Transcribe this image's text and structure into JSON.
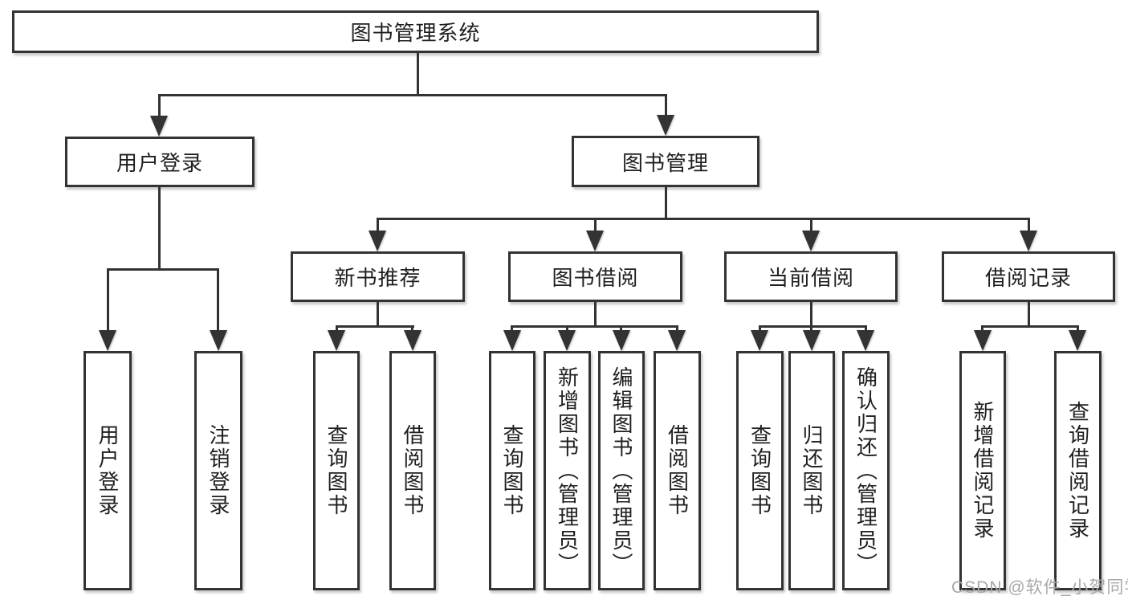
{
  "colors": {
    "line": "#333333",
    "text": "#1f1f1f",
    "background": "#ffffff",
    "watermark": "#a8a8a8"
  },
  "watermark": {
    "text": "CSDN @软件_小贺同学"
  },
  "tree": {
    "label": "图书管理系统",
    "children": [
      {
        "label": "用户登录",
        "children": [
          {
            "label": "用户登录"
          },
          {
            "label": "注销登录"
          }
        ]
      },
      {
        "label": "图书管理",
        "children": [
          {
            "label": "新书推荐",
            "children": [
              {
                "label": "查询图书"
              },
              {
                "label": "借阅图书"
              }
            ]
          },
          {
            "label": "图书借阅",
            "children": [
              {
                "label": "查询图书"
              },
              {
                "label": "新增图书（管理员）"
              },
              {
                "label": "编辑图书（管理员）"
              },
              {
                "label": "借阅图书"
              }
            ]
          },
          {
            "label": "当前借阅",
            "children": [
              {
                "label": "查询图书"
              },
              {
                "label": "归还图书"
              },
              {
                "label": "确认归还（管理员）"
              }
            ]
          },
          {
            "label": "借阅记录",
            "children": [
              {
                "label": "新增借阅记录"
              },
              {
                "label": "查询借阅记录"
              }
            ]
          }
        ]
      }
    ]
  }
}
